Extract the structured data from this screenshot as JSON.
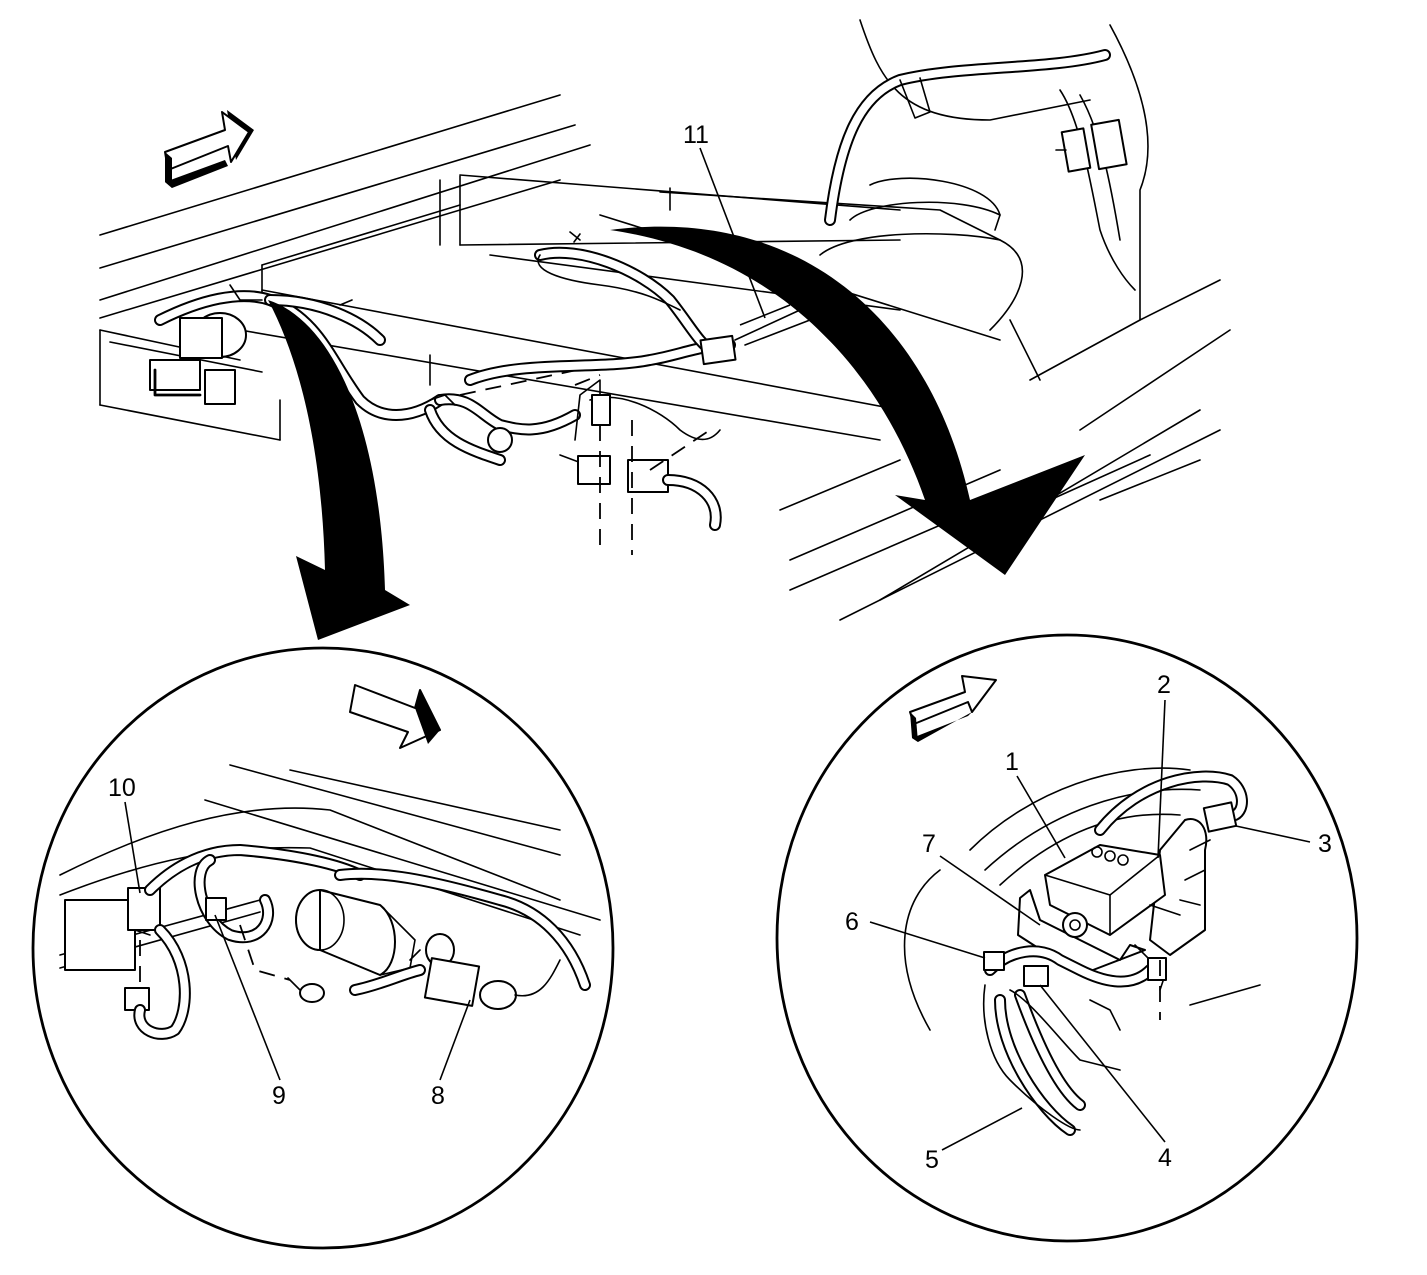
{
  "diagram": {
    "callouts": [
      {
        "id": "1",
        "label": "1"
      },
      {
        "id": "2",
        "label": "2"
      },
      {
        "id": "3",
        "label": "3"
      },
      {
        "id": "4",
        "label": "4"
      },
      {
        "id": "5",
        "label": "5"
      },
      {
        "id": "6",
        "label": "6"
      },
      {
        "id": "7",
        "label": "7"
      },
      {
        "id": "8",
        "label": "8"
      },
      {
        "id": "9",
        "label": "9"
      },
      {
        "id": "10",
        "label": "10"
      },
      {
        "id": "11",
        "label": "11"
      }
    ],
    "icons": {
      "direction_arrow": "forward-direction-arrow-icon",
      "detail_arrow": "detail-view-arrow-icon"
    }
  }
}
